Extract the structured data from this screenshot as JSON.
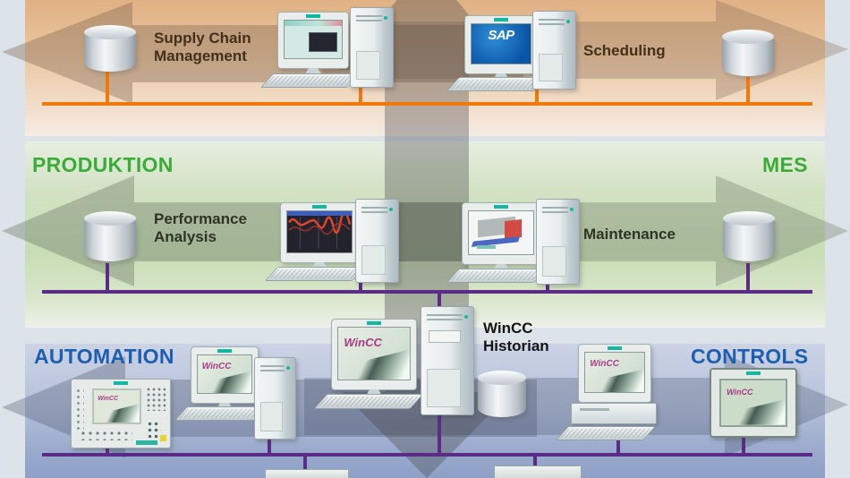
{
  "colors": {
    "erp-bus": "#f1790a",
    "mes-bus": "#5b2c86",
    "level-green": "#3cab37",
    "level-blue": "#1d5fae",
    "wincc-pink": "#a83a85",
    "sap-blue": "#0b55a8"
  },
  "levels": {
    "erp": {
      "supply_chain_label": "Supply Chain\nManagement",
      "scheduling_label": "Scheduling",
      "sap_screen": "SAP"
    },
    "mes": {
      "name_left": "PRODUKTION",
      "name_right": "MES",
      "performance_label": "Performance\nAnalysis",
      "maintenance_label": "Maintenance"
    },
    "automation": {
      "name_left": "AUTOMATION",
      "name_right": "CONTROLS",
      "historian_label": "WinCC\nHistorian",
      "wincc_screen": "WinCC"
    }
  }
}
